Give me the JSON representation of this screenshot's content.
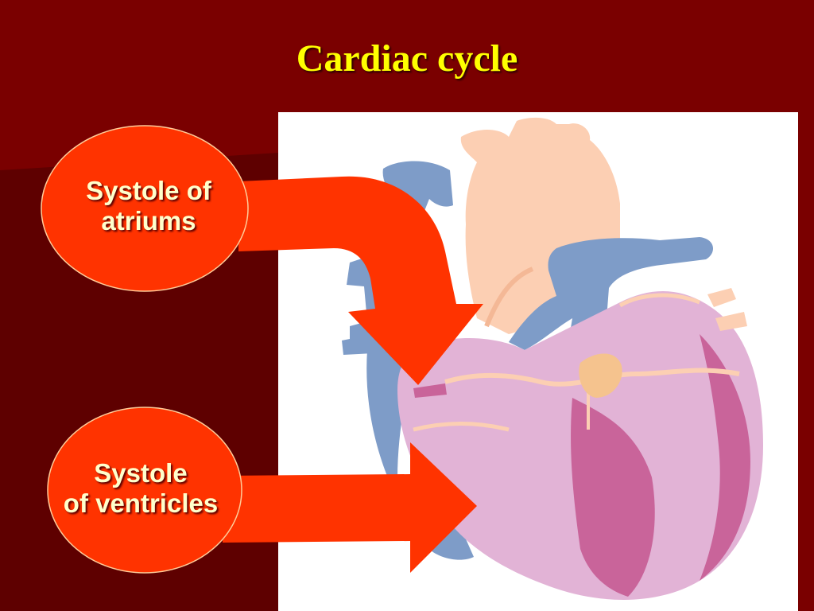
{
  "title": "Cardiac cycle",
  "stages": [
    {
      "line1": "Systole of",
      "line2": "atriums"
    },
    {
      "line1": "Systole",
      "line2": "of ventricles"
    }
  ],
  "colors": {
    "background": "#7a0000",
    "background_dark": "#5e0000",
    "title": "#ffff00",
    "ellipse_fill": "#ff3300",
    "arrow_fill": "#ff3300",
    "label_text": "#ffffcc",
    "panel": "#ffffff"
  },
  "illustration": "heart-illustration"
}
